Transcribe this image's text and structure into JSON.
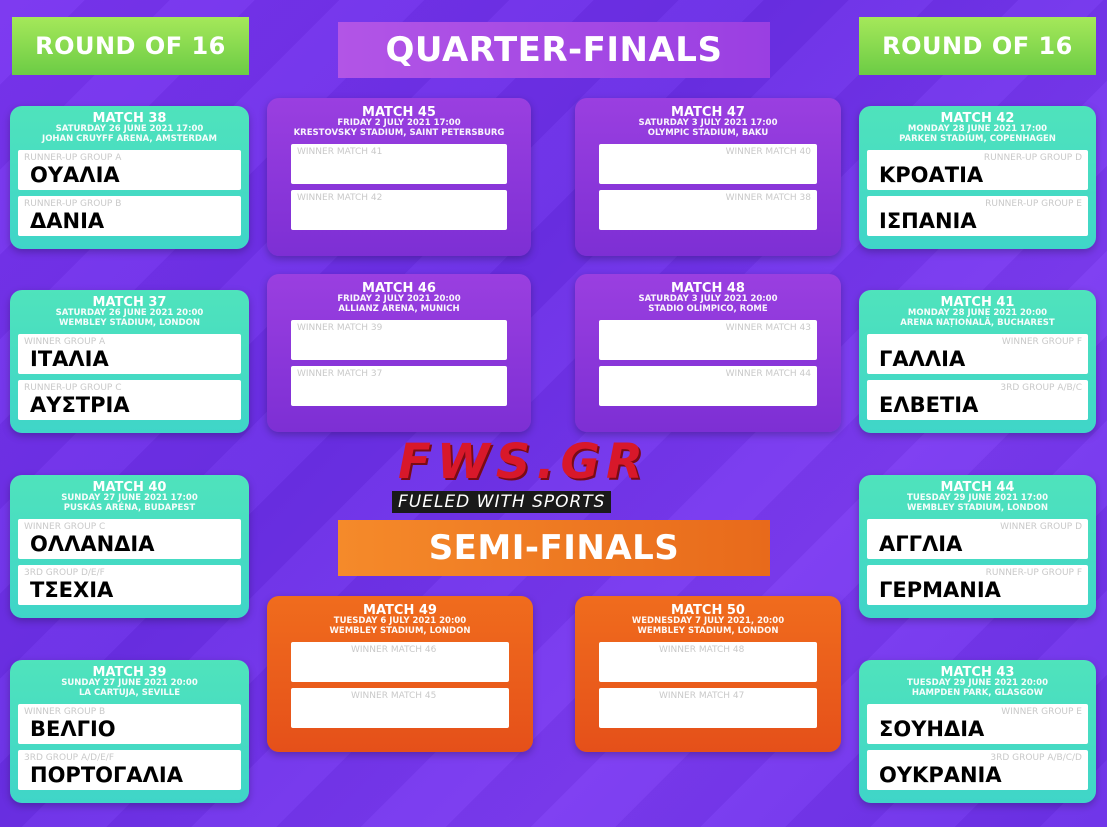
{
  "headers": {
    "r16_left": "ROUND OF 16",
    "r16_right": "ROUND OF 16",
    "quarter_finals": "QUARTER-FINALS",
    "semi_finals": "SEMI-FINALS"
  },
  "logo": {
    "main": "FWS.GR",
    "sub": "FUELED WITH SPORTS"
  },
  "left_r16": [
    {
      "title": "MATCH 38",
      "date": "SATURDAY 26 JUNE 2021 17:00",
      "venue": "JOHAN CRUYFF ARENA, AMSTERDAM",
      "slot1_label": "RUNNER-UP GROUP A",
      "slot1_team": "ΟΥΑΛΙΑ",
      "slot2_label": "RUNNER-UP GROUP B",
      "slot2_team": "ΔΑΝΙΑ"
    },
    {
      "title": "MATCH 37",
      "date": "SATURDAY 26 JUNE 2021 20:00",
      "venue": "WEMBLEY STADIUM, LONDON",
      "slot1_label": "WINNER GROUP A",
      "slot1_team": "ΙΤΑΛΙΑ",
      "slot2_label": "RUNNER-UP GROUP C",
      "slot2_team": "ΑΥΣΤΡΙΑ"
    },
    {
      "title": "MATCH 40",
      "date": "SUNDAY 27 JUNE 2021 17:00",
      "venue": "PUSKÁS ARÉNA, BUDAPEST",
      "slot1_label": "WINNER GROUP C",
      "slot1_team": "ΟΛΛΑΝΔΙΑ",
      "slot2_label": "3RD GROUP D/E/F",
      "slot2_team": "ΤΣΕΧΙΑ"
    },
    {
      "title": "MATCH 39",
      "date": "SUNDAY 27 JUNE 2021 20:00",
      "venue": "LA CARTUJA, SEVILLE",
      "slot1_label": "WINNER GROUP B",
      "slot1_team": "ΒΕΛΓΙΟ",
      "slot2_label": "3RD GROUP A/D/E/F",
      "slot2_team": "ΠΟΡΤΟΓΑΛΙΑ"
    }
  ],
  "right_r16": [
    {
      "title": "MATCH 42",
      "date": "MONDAY 28 JUNE 2021 17:00",
      "venue": "PARKEN STADIUM, COPENHAGEN",
      "slot1_label": "RUNNER-UP GROUP D",
      "slot1_team": "ΚΡΟΑΤΙΑ",
      "slot2_label": "RUNNER-UP GROUP E",
      "slot2_team": "ΙΣΠΑΝΙΑ"
    },
    {
      "title": "MATCH 41",
      "date": "MONDAY 28 JUNE 2021 20:00",
      "venue": "ARENA NAȚIONALĂ, BUCHAREST",
      "slot1_label": "WINNER GROUP F",
      "slot1_team": "ΓΑΛΛΙΑ",
      "slot2_label": "3RD GROUP A/B/C",
      "slot2_team": "ΕΛΒΕΤΙΑ"
    },
    {
      "title": "MATCH 44",
      "date": "TUESDAY 29 JUNE 2021 17:00",
      "venue": "WEMBLEY STADIUM, LONDON",
      "slot1_label": "WINNER GROUP D",
      "slot1_team": "ΑΓΓΛΙΑ",
      "slot2_label": "RUNNER-UP GROUP F",
      "slot2_team": "ΓΕΡΜΑΝΙΑ"
    },
    {
      "title": "MATCH 43",
      "date": "TUESDAY 29 JUNE 2021 20:00",
      "venue": "HAMPDEN PARK, GLASGOW",
      "slot1_label": "WINNER GROUP E",
      "slot1_team": "ΣΟΥΗΔΙΑ",
      "slot2_label": "3RD GROUP A/B/C/D",
      "slot2_team": "ΟΥΚΡΑΝΙΑ"
    }
  ],
  "quarter_finals": [
    {
      "title": "MATCH 45",
      "date": "FRIDAY 2 JULY 2021 17:00",
      "venue": "KRESTOVSKY STADIUM, SAINT PETERSBURG",
      "slot1_label": "WINNER MATCH 41",
      "slot2_label": "WINNER MATCH 42"
    },
    {
      "title": "MATCH 47",
      "date": "SATURDAY 3 JULY 2021 17:00",
      "venue": "OLYMPIC STADIUM, BAKU",
      "slot1_label": "WINNER MATCH 40",
      "slot2_label": "WINNER MATCH 38"
    },
    {
      "title": "MATCH 46",
      "date": "FRIDAY 2 JULY 2021 20:00",
      "venue": "ALLIANZ ARENA, MUNICH",
      "slot1_label": "WINNER MATCH 39",
      "slot2_label": "WINNER MATCH 37"
    },
    {
      "title": "MATCH 48",
      "date": "SATURDAY 3 JULY 2021 20:00",
      "venue": "STADIO OLIMPICO, ROME",
      "slot1_label": "WINNER MATCH 43",
      "slot2_label": "WINNER MATCH 44"
    }
  ],
  "semi_finals": [
    {
      "title": "MATCH 49",
      "date": "TUESDAY 6 JULY 2021 20:00",
      "venue": "WEMBLEY STADIUM, LONDON",
      "slot1_label": "WINNER MATCH 46",
      "slot2_label": "WINNER MATCH 45"
    },
    {
      "title": "MATCH 50",
      "date": "WEDNESDAY 7 JULY 2021, 20:00",
      "venue": "WEMBLEY STADIUM, LONDON",
      "slot1_label": "WINNER MATCH 48",
      "slot2_label": "WINNER MATCH 47"
    }
  ]
}
